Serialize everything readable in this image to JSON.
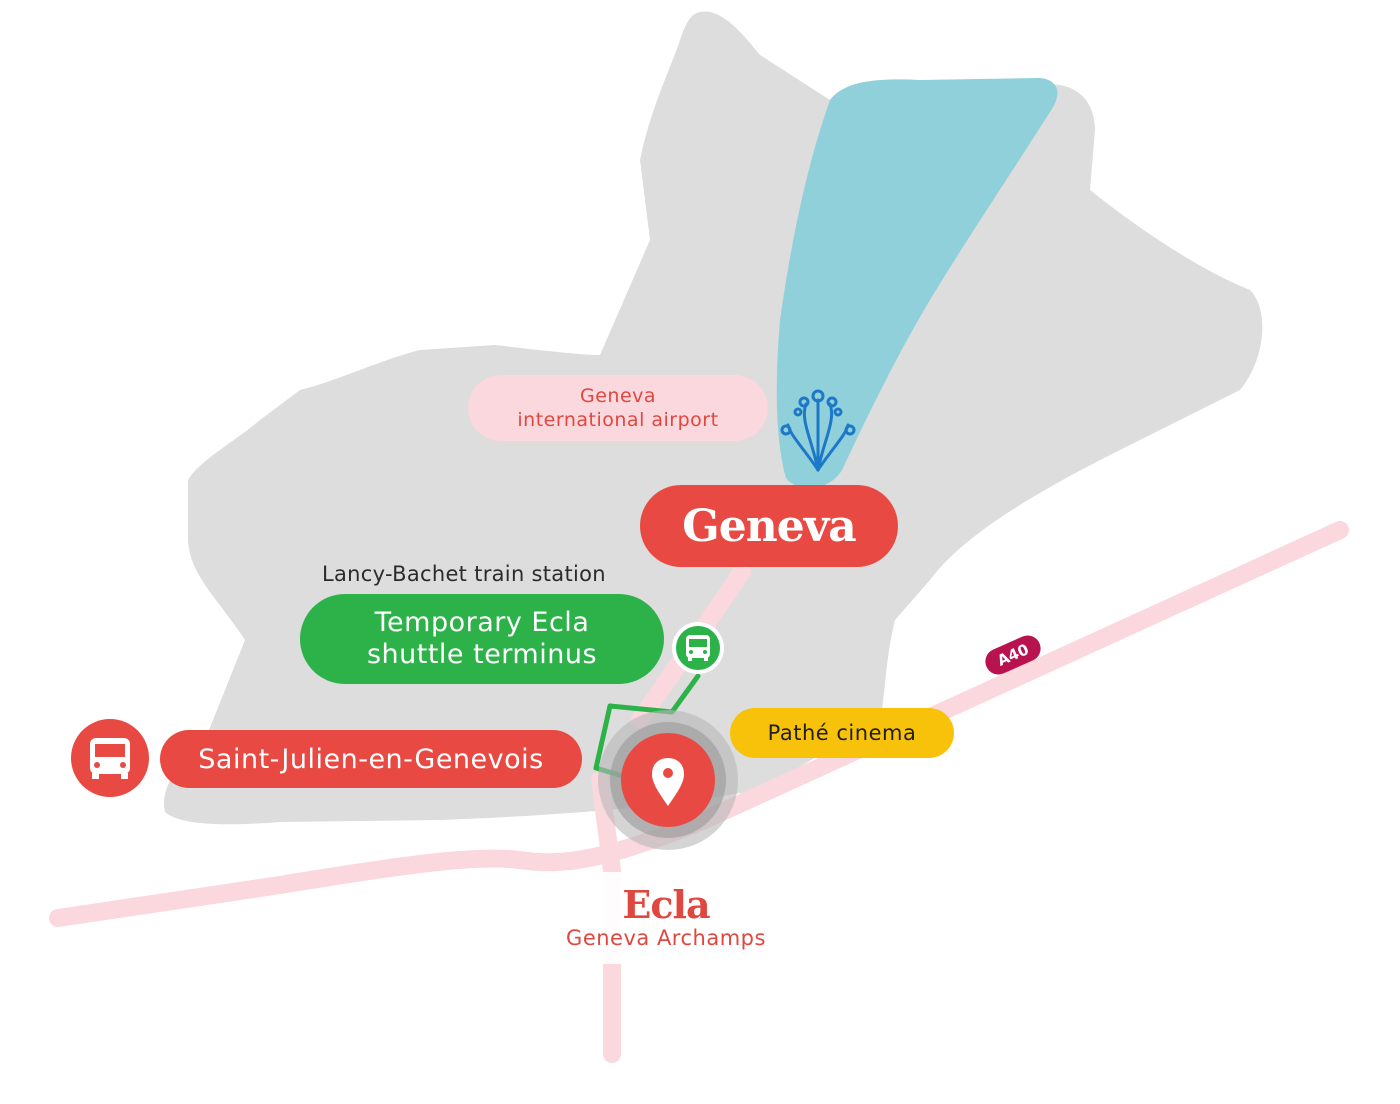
{
  "labels": {
    "airport_line1": "Geneva",
    "airport_line2": "international airport",
    "city": "Geneva",
    "train_station": "Lancy-Bachet train station",
    "shuttle_line1": "Temporary Ecla",
    "shuttle_line2": "shuttle terminus",
    "bus_destination": "Saint-Julien-en-Genevois",
    "cinema": "Pathé cinema",
    "road": "A40",
    "destination_title": "Ecla",
    "destination_subtitle": "Geneva Archamps"
  },
  "icons": {
    "fountain": "fountain-icon",
    "shuttle_bus": "bus-icon",
    "bus_stop": "bus-icon",
    "location": "map-pin-icon"
  },
  "colors": {
    "land": "#dcdddc",
    "lake": "#8fd0db",
    "road": "#fbd7de",
    "red": "#e84a43",
    "green": "#2db249",
    "yellow": "#f8c20a",
    "airport_pill": "#fbd7de",
    "fountain": "#1e78c8",
    "road_badge": "#b8124f"
  }
}
